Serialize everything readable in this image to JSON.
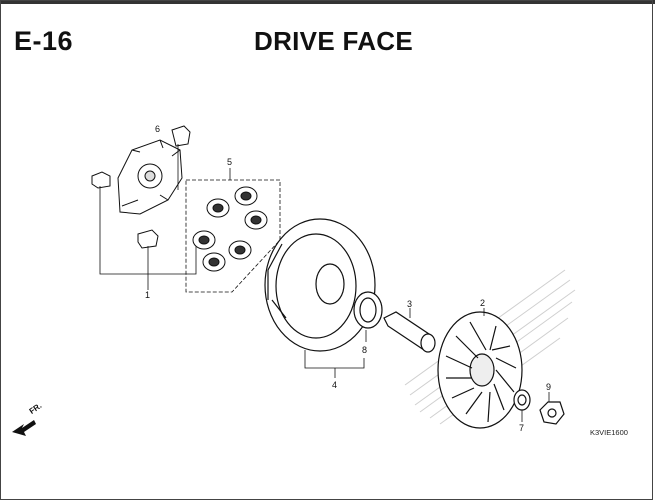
{
  "header": {
    "section_code": "E-16",
    "title": "DRIVE FACE"
  },
  "reference_code": "K3VIE1600",
  "direction_label": "FR.",
  "callouts": [
    "1",
    "2",
    "3",
    "4",
    "5",
    "6",
    "7",
    "8",
    "9"
  ],
  "colors": {
    "ink": "#111111",
    "frame": "#444444",
    "shade": "#cfcfcf"
  }
}
